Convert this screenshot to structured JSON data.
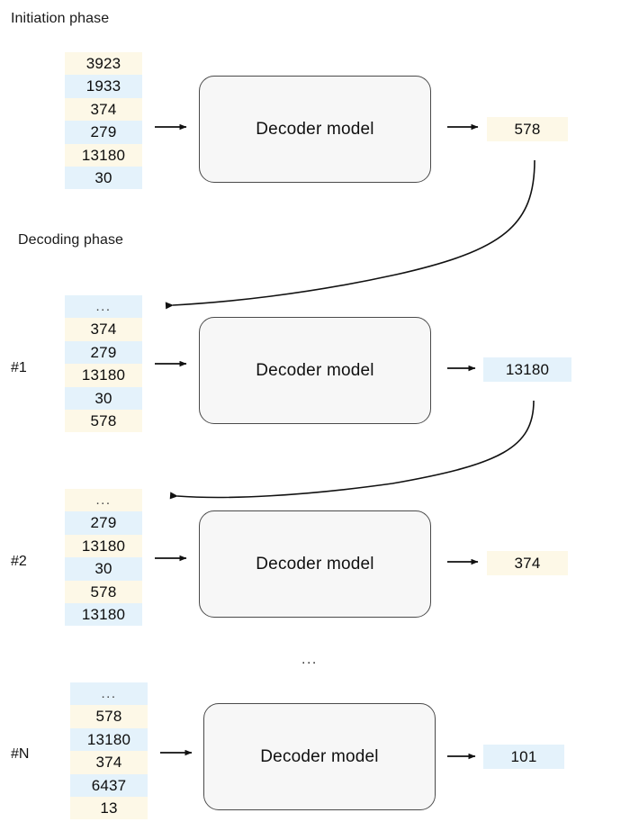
{
  "diagram": {
    "title_initiation": "Initiation phase",
    "title_decoding": "Decoding phase",
    "decoder_label": "Decoder model",
    "mid_ellipsis": "...",
    "colors": {
      "cream": "#fdf8e7",
      "blue": "#e4f2fb",
      "box_fill": "#f7f7f7",
      "box_border": "#4a4a4a",
      "arrow": "#111111"
    }
  },
  "rows": [
    {
      "id": "initiation",
      "step_label": "",
      "tokens": [
        {
          "text": "3923",
          "fill": "cream"
        },
        {
          "text": "1933",
          "fill": "blue"
        },
        {
          "text": "374",
          "fill": "cream"
        },
        {
          "text": "279",
          "fill": "blue"
        },
        {
          "text": "13180",
          "fill": "cream"
        },
        {
          "text": "30",
          "fill": "blue"
        }
      ],
      "decoder_label": "Decoder model",
      "output": {
        "text": "578",
        "fill": "cream"
      }
    },
    {
      "id": "step-1",
      "step_label": "#1",
      "tokens": [
        {
          "text": "...",
          "fill": "blue"
        },
        {
          "text": "374",
          "fill": "cream"
        },
        {
          "text": "279",
          "fill": "blue"
        },
        {
          "text": "13180",
          "fill": "cream"
        },
        {
          "text": "30",
          "fill": "blue"
        },
        {
          "text": "578",
          "fill": "cream"
        }
      ],
      "decoder_label": "Decoder model",
      "output": {
        "text": "13180",
        "fill": "blue"
      }
    },
    {
      "id": "step-2",
      "step_label": "#2",
      "tokens": [
        {
          "text": "...",
          "fill": "cream"
        },
        {
          "text": "279",
          "fill": "blue"
        },
        {
          "text": "13180",
          "fill": "cream"
        },
        {
          "text": "30",
          "fill": "blue"
        },
        {
          "text": "578",
          "fill": "cream"
        },
        {
          "text": "13180",
          "fill": "blue"
        }
      ],
      "decoder_label": "Decoder model",
      "output": {
        "text": "374",
        "fill": "cream"
      }
    },
    {
      "id": "step-n",
      "step_label": "#N",
      "tokens": [
        {
          "text": "...",
          "fill": "blue"
        },
        {
          "text": "578",
          "fill": "cream"
        },
        {
          "text": "13180",
          "fill": "blue"
        },
        {
          "text": "374",
          "fill": "cream"
        },
        {
          "text": "6437",
          "fill": "blue"
        },
        {
          "text": "13",
          "fill": "cream"
        }
      ],
      "decoder_label": "Decoder model",
      "output": {
        "text": "101",
        "fill": "blue"
      }
    }
  ]
}
